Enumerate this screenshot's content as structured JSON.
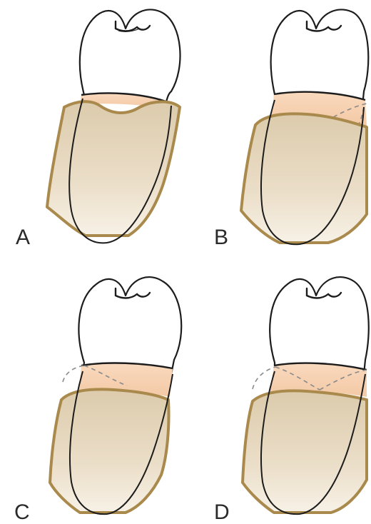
{
  "figure": {
    "panels": [
      {
        "id": "A",
        "label": "A"
      },
      {
        "id": "B",
        "label": "B"
      },
      {
        "id": "C",
        "label": "C"
      },
      {
        "id": "D",
        "label": "D"
      }
    ]
  },
  "colors": {
    "background": "#ffffff",
    "outline": "#1c1c1c",
    "gingiva_fill": "#e7d8bf",
    "gingiva_edge": "#a98a4c",
    "exposed_root": "#f6d2b3",
    "dashed_line": "#8a8a8a"
  }
}
